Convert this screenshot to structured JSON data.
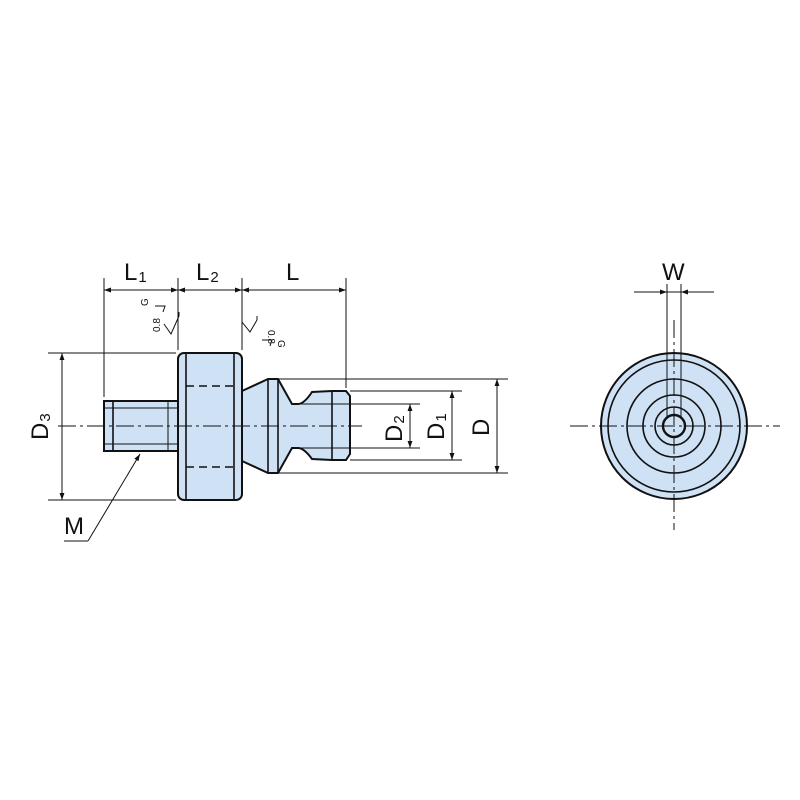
{
  "colors": {
    "part_fill": "#cfe2f5",
    "line": "#111111",
    "background": "#ffffff"
  },
  "labels": {
    "L1": {
      "main": "L",
      "sub": "1"
    },
    "L2": {
      "main": "L",
      "sub": "2"
    },
    "L": {
      "main": "L"
    },
    "D3": {
      "main": "D",
      "sub": "3"
    },
    "D2": {
      "main": "D",
      "sub": "2"
    },
    "D1": {
      "main": "D",
      "sub": "1"
    },
    "D": {
      "main": "D"
    },
    "M": {
      "main": "M"
    },
    "W": {
      "main": "W"
    }
  },
  "roughness": {
    "left": {
      "value": "0.8",
      "grade": "G"
    },
    "right": {
      "value": "0.8",
      "grade": "G"
    }
  }
}
